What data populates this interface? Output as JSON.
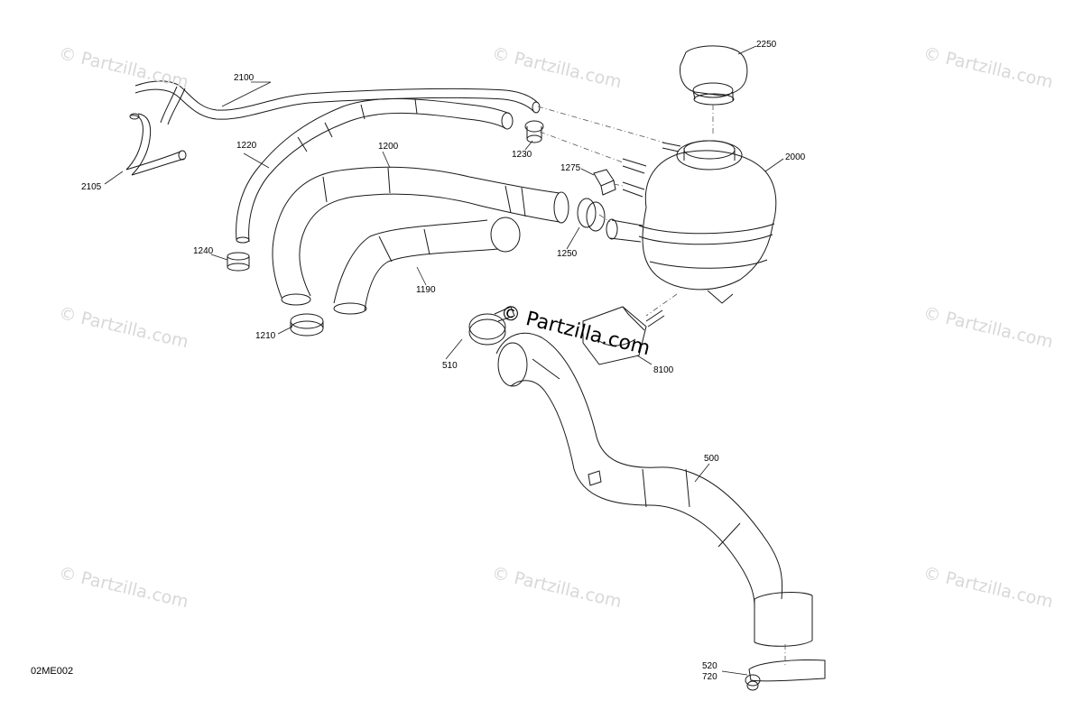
{
  "watermark": {
    "text": "© Partzilla.com",
    "center_text": "© Partzilla.com"
  },
  "document_code": "02ME002",
  "callouts": {
    "c2100": "2100",
    "c2105": "2105",
    "c1220": "1220",
    "c1200": "1200",
    "c1240": "1240",
    "c1210": "1210",
    "c1190": "1190",
    "c1230": "1230",
    "c1275": "1275",
    "c1250": "1250",
    "c2250": "2250",
    "c2000": "2000",
    "c510": "510",
    "c8100": "8100",
    "c500": "500",
    "c520": "520",
    "c720": "720"
  },
  "colors": {
    "line": "#1a1a1a",
    "dash": "#555555",
    "watermark": "#d8d8d8"
  }
}
